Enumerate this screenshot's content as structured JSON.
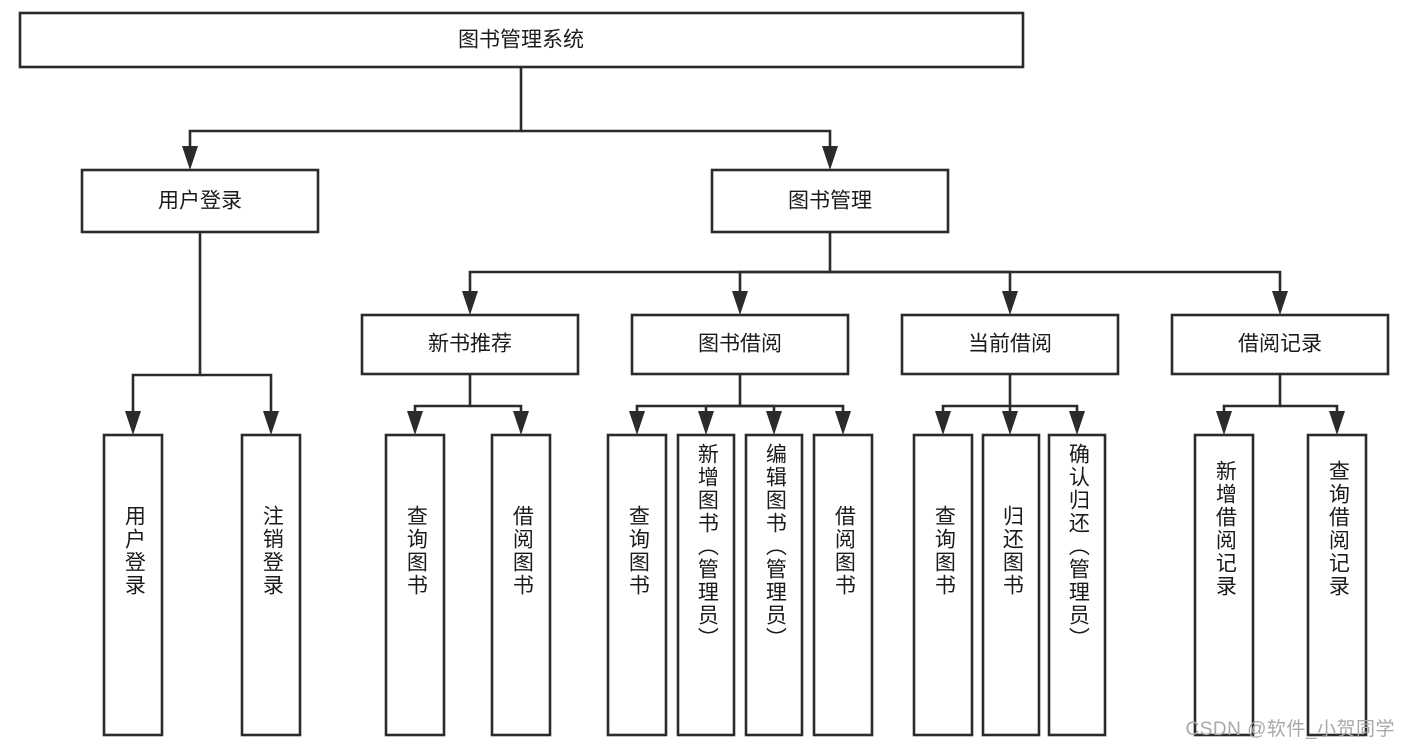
{
  "diagram": {
    "title": "图书管理系统",
    "type": "tree",
    "orientation": "top-down",
    "colors": {
      "box_stroke": "#2b2b2b",
      "box_fill": "#ffffff",
      "text": "#1b1b1b",
      "connector": "#2b2b2b",
      "watermark": "#a9a9a9",
      "background": "#ffffff"
    },
    "root": {
      "label": "图书管理系统",
      "orientation": "horizontal"
    },
    "level2": [
      {
        "label": "用户登录",
        "orientation": "horizontal"
      },
      {
        "label": "图书管理",
        "orientation": "horizontal"
      }
    ],
    "level3": [
      {
        "label": "新书推荐",
        "orientation": "horizontal"
      },
      {
        "label": "图书借阅",
        "orientation": "horizontal"
      },
      {
        "label": "当前借阅",
        "orientation": "horizontal"
      },
      {
        "label": "借阅记录",
        "orientation": "horizontal"
      }
    ],
    "leaves": {
      "user_login": [
        {
          "label": "用户登录",
          "orientation": "vertical"
        },
        {
          "label": "注销登录",
          "orientation": "vertical"
        }
      ],
      "new_book_recommend": [
        {
          "label": "查询图书",
          "orientation": "vertical"
        },
        {
          "label": "借阅图书",
          "orientation": "vertical"
        }
      ],
      "book_borrow": [
        {
          "label": "查询图书",
          "orientation": "vertical"
        },
        {
          "label": "新增图书（管理员）",
          "orientation": "vertical"
        },
        {
          "label": "编辑图书（管理员）",
          "orientation": "vertical"
        },
        {
          "label": "借阅图书",
          "orientation": "vertical"
        }
      ],
      "current_borrow": [
        {
          "label": "查询图书",
          "orientation": "vertical"
        },
        {
          "label": "归还图书",
          "orientation": "vertical"
        },
        {
          "label": "确认归还（管理员）",
          "orientation": "vertical"
        }
      ],
      "borrow_record": [
        {
          "label": "新增借阅记录",
          "orientation": "vertical"
        },
        {
          "label": "查询借阅记录",
          "orientation": "vertical"
        }
      ]
    },
    "watermark": "CSDN @软件_小贺同学"
  }
}
